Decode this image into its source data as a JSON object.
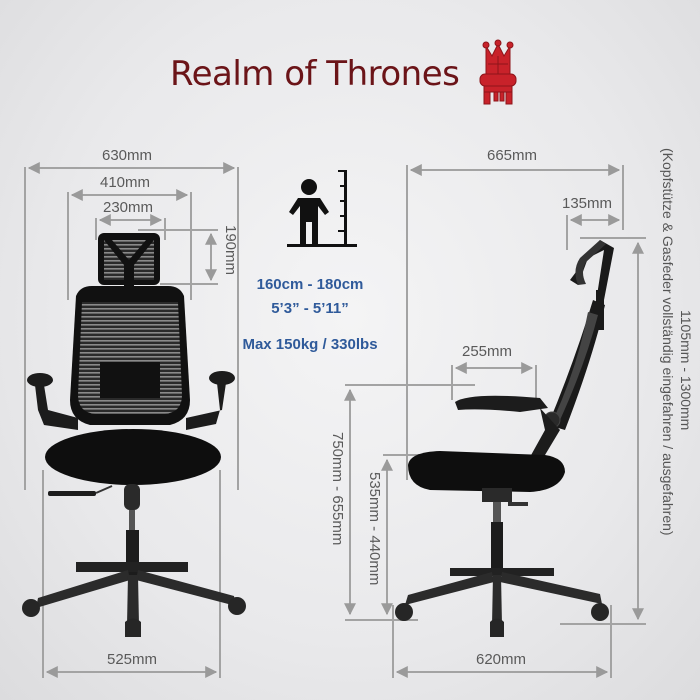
{
  "brand": {
    "name": "Realm of Thrones",
    "logo_icon": "throne-icon",
    "color": "#6b1418",
    "logo_color": "#c8222a"
  },
  "front_view": {
    "overall_width": "630mm",
    "backrest_width": "410mm",
    "headrest_width": "230mm",
    "headrest_height": "190mm",
    "base_width": "525mm"
  },
  "user_specs": {
    "icon": "person-height-icon",
    "height_cm": "160cm - 180cm",
    "height_ft": "5’3” - 5’11”",
    "max_load": "Max 150kg / 330lbs",
    "color": "#2f5a9a"
  },
  "side_view": {
    "overall_depth": "665mm",
    "headrest_depth": "135mm",
    "armrest_depth": "255mm",
    "armrest_height": "750mm - 655mm",
    "seat_height": "535mm - 440mm",
    "base_depth": "620mm",
    "total_height": "1105mm  -  1300mm",
    "total_height_note": "(Kopfstütze & Gasfeder vollständig eingefahren / ausgefahren)"
  },
  "colors": {
    "dimension_line": "#9a9a9a",
    "dimension_text": "#5a5a5a",
    "chair": "#1a1a1a"
  }
}
